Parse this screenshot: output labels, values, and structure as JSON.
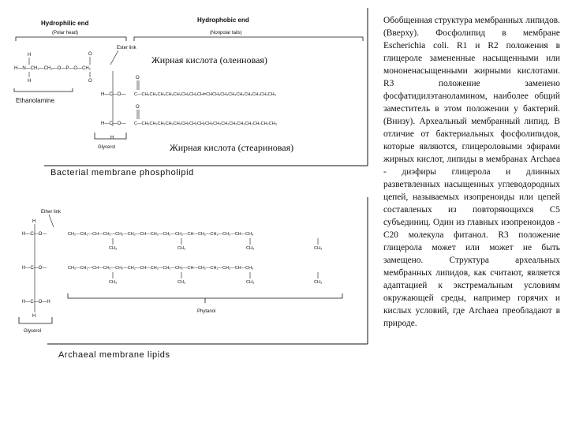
{
  "description": "Обобщенная структура мембранных липидов. (Вверху). Фосфолипид в мембране Escherichia coli. R1 и R2 положения в глицероле замененные насыщенными или мононенасыщенными жирными кислотами. R3 положение заменено фосфатидилэтаноламином, наиболее общий заместитель в этом положении у бактерий. (Внизу). Археальный мембранный липид. В отличие от бактериальных фосфолипидов, которые являются, глицероловыми эфирами жирных кислот, липиды в мембранах Archaea - диэфиры глицерола и длинных разветвленных насыщенных углеводородных цепей, называемых изопреноиды или цепей составленых из повторяющихся C5 субъединиц. Один из главных изопреноидов - C20 молекула фитанол. R3 положение глицерола может или может не быть замещено. Структура археальных мембранных липидов, как считают, является адаптацией к экстремальным условиям окружающей среды, например горячих и кислых условий, где Archaea преобладают в природе.",
  "bacterial": {
    "caption": "Bacterial membrane phospholipid",
    "hydrophilic_label": "Hydrophilic end",
    "hydrophilic_sub": "(Polar head)",
    "hydrophobic_label": "Hydrophobic end",
    "hydrophobic_sub": "(Nonpolar tails)",
    "ester_link": "Ester link",
    "ethanolamine": "Ethanolamine",
    "glycerol": "Glycerol",
    "oleic_label": "Жирная кислота (олеиновая)",
    "stearic_label": "Жирная кислота (стеариновая)",
    "head_formula": "H—N—CH₂—CH₂—O—P—O—CH₂",
    "oleic_chain": "C—CH₂CH₂CH₂CH₂CH₂CH₂CH₂CH=CHCH₂CH₂CH₂CH₂CH₂CH₂CH₂CH₃",
    "stearic_chain": "C—CH₂CH₂CH₂CH₂CH₂CH₂CH₂CH₂CH₂CH₂CH₂CH₂CH₂CH₂CH₂CH₂CH₃"
  },
  "archaeal": {
    "caption": "Archaeal membrane lipids",
    "ether_link": "Ether link",
    "glycerol": "Glycerol",
    "phytanol": "Phytanol",
    "chain": "CH₂—CH₂—CH—CH₂—CH₂—CH₂—CH—CH₂—CH₂—CH₂—CH—CH₂—CH₂—CH₂—CH—CH₃",
    "branch": "CH₃"
  }
}
